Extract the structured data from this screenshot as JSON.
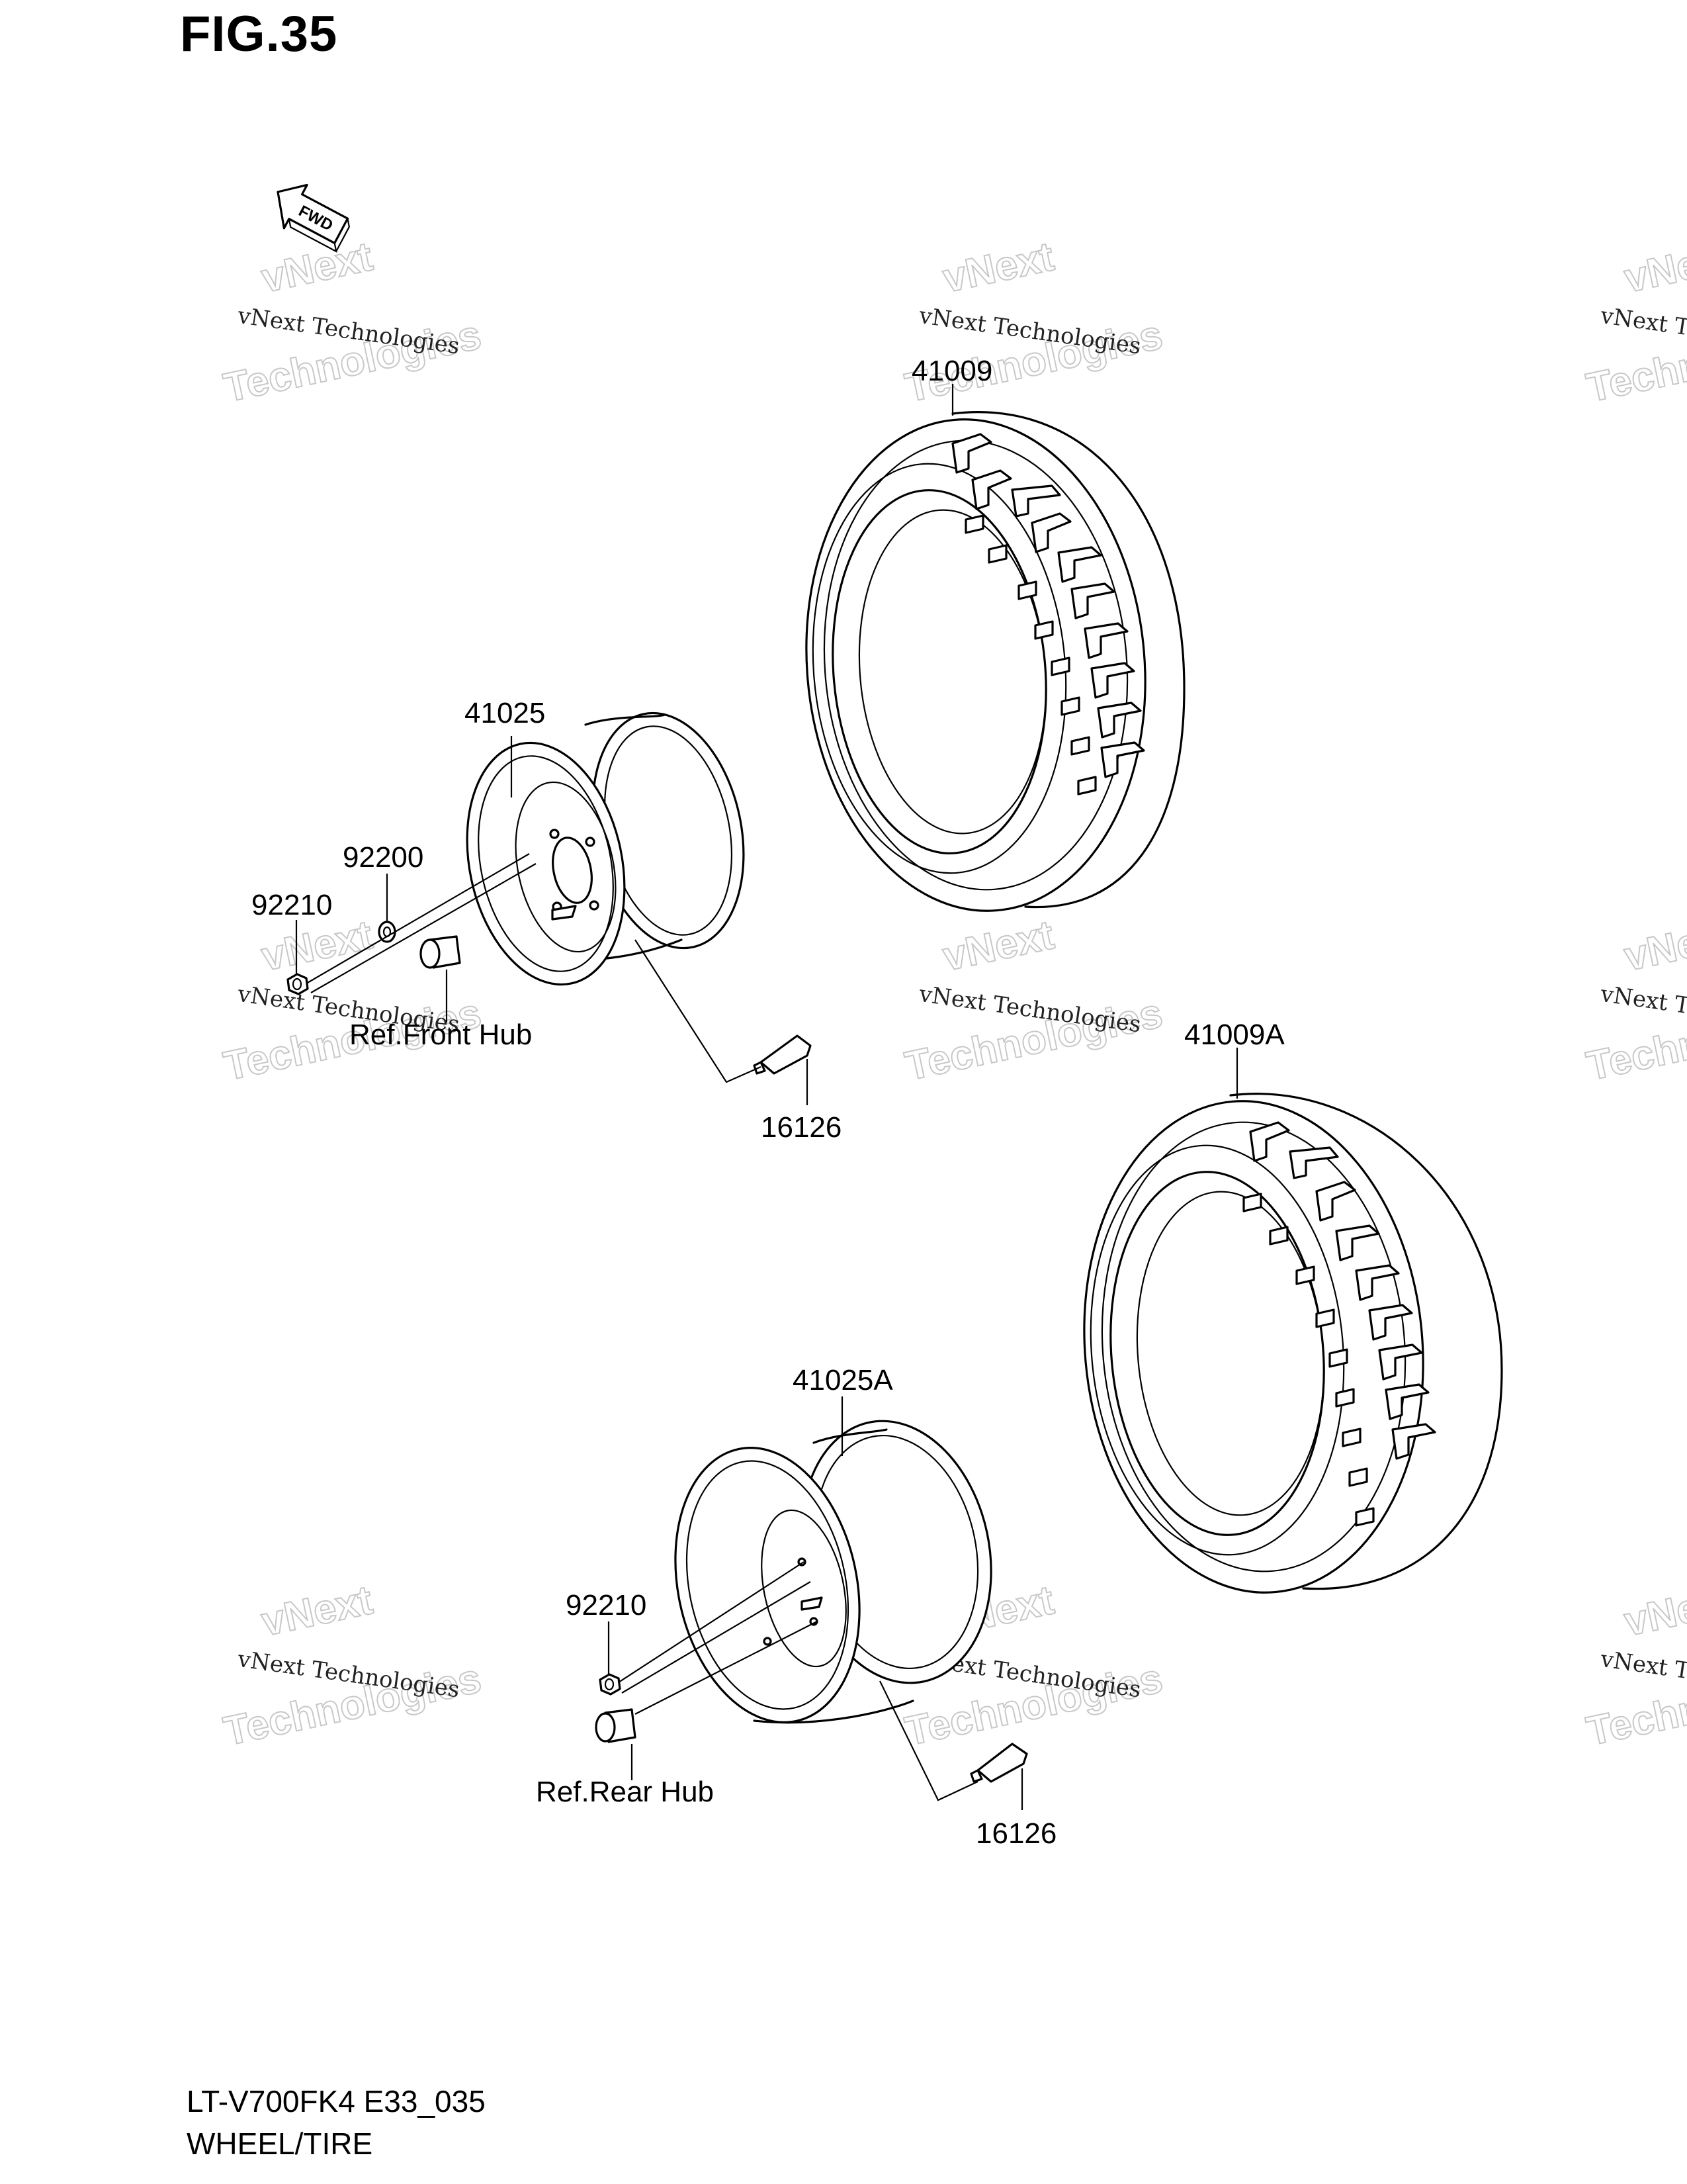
{
  "figure": {
    "title": "FIG.35",
    "direction_badge": "FWD"
  },
  "footer": {
    "model": "LT-V700FK4 E33_035",
    "section": "WHEEL/TIRE"
  },
  "watermark": {
    "line1": "vNext Technologies",
    "line2": "vNext",
    "line3": "Technologies"
  },
  "parts": {
    "front_tire": "41009",
    "rear_tire": "41009A",
    "front_wheel": "41025",
    "rear_wheel": "41025A",
    "washer": "92200",
    "front_nut": "92210",
    "rear_nut": "92210",
    "front_valve": "16126",
    "rear_valve": "16126",
    "front_hub_ref": "Ref.Front Hub",
    "rear_hub_ref": "Ref.Rear Hub"
  }
}
